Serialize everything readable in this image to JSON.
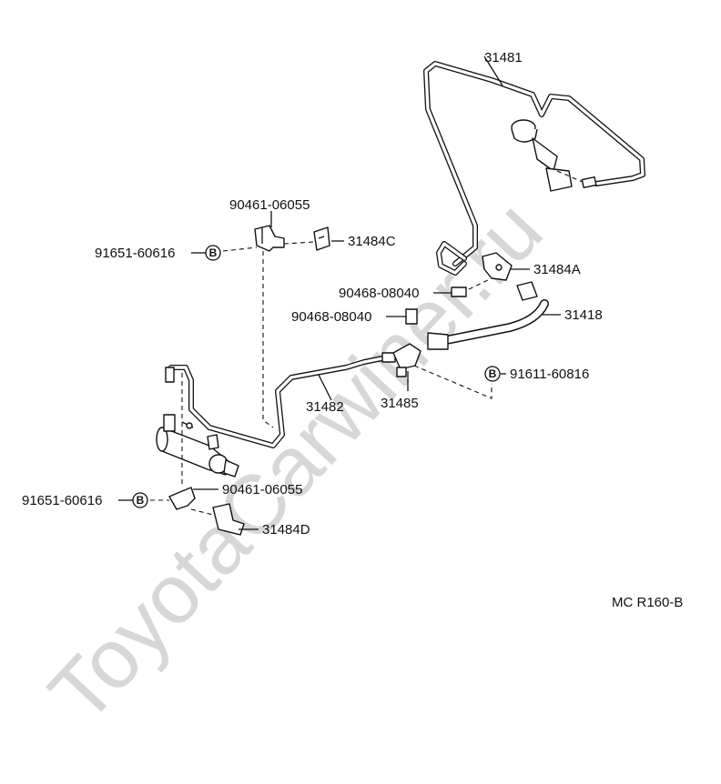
{
  "watermark": "ToyotaCarwiner.ru",
  "code": "MC R160-B",
  "badge_letter": "B",
  "labels": {
    "p31481": "31481",
    "p90461_top": "90461-06055",
    "p31484C": "31484C",
    "p91651_top": "91651-60616",
    "p31484A": "31484A",
    "p90468_a": "90468-08040",
    "p90468_b": "90468-08040",
    "p31418": "31418",
    "p91611": "91611-60816",
    "p31482": "31482",
    "p31485": "31485",
    "p91651_bottom": "91651-60616",
    "p90461_bottom": "90461-06055",
    "p31484D": "31484D"
  }
}
